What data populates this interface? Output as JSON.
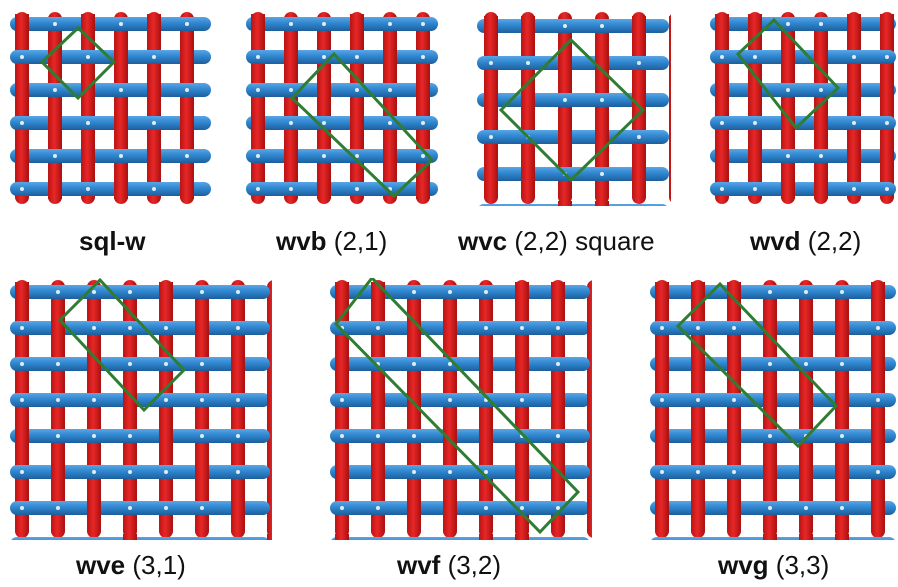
{
  "colors": {
    "red": "#e82727",
    "blue": "#2f86cf",
    "cell": "#2e7d32",
    "background": "#ffffff"
  },
  "panels": [
    {
      "id": "sql-w",
      "name": "sql-w",
      "rest": "",
      "pattern": [
        1,
        1
      ]
    },
    {
      "id": "wvb",
      "name": "wvb",
      "rest": " (2,1)",
      "pattern": [
        2,
        1
      ]
    },
    {
      "id": "wvc",
      "name": "wvc",
      "rest": " (2,2) square",
      "pattern": [
        2,
        2
      ]
    },
    {
      "id": "wvd",
      "name": "wvd",
      "rest": " (2,2)",
      "pattern": [
        2,
        2
      ]
    },
    {
      "id": "wve",
      "name": "wve",
      "rest": " (3,1)",
      "pattern": [
        3,
        1
      ]
    },
    {
      "id": "wvf",
      "name": "wvf",
      "rest": " (3,2)",
      "pattern": [
        3,
        2
      ]
    },
    {
      "id": "wvg",
      "name": "wvg",
      "rest": " (3,3)",
      "pattern": [
        3,
        3
      ]
    }
  ]
}
